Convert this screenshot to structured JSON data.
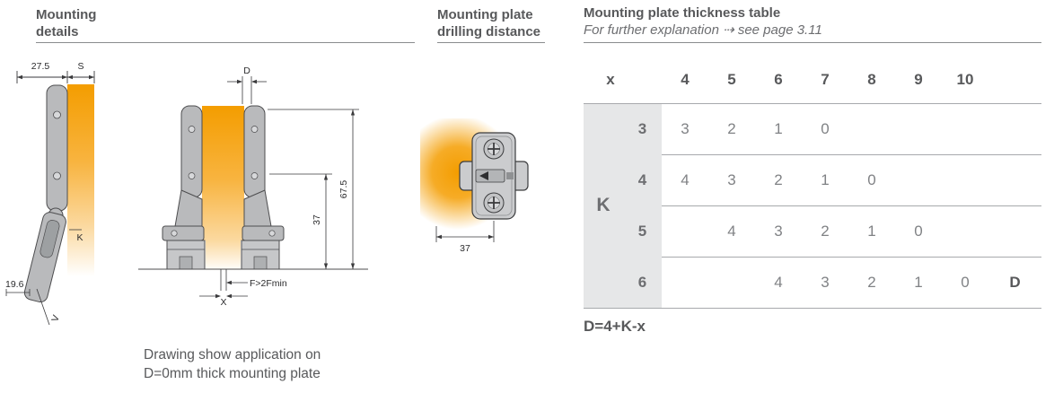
{
  "headers": {
    "mounting_details": {
      "line1": "Mounting",
      "line2": "details"
    },
    "drilling_distance": {
      "line1": "Mounting plate",
      "line2": "drilling distance"
    },
    "thickness": {
      "title": "Mounting plate thickness table",
      "subtitle": "For further explanation ⇢ see page 3.11"
    }
  },
  "left_drawing": {
    "dim_width": "27.5",
    "dim_s": "S",
    "dim_height": "19.6",
    "dim_v": "V",
    "dim_k": "K"
  },
  "middle_drawing": {
    "dim_d": "D",
    "dim_67": "67.5",
    "dim_37": "37",
    "dim_f": "F>2Fmin",
    "dim_x": "X"
  },
  "plate_drawing": {
    "dim_37": "37"
  },
  "table": {
    "corner": "x",
    "columns": [
      "4",
      "5",
      "6",
      "7",
      "8",
      "9",
      "10"
    ],
    "group_label": "K",
    "rows": [
      {
        "label": "3",
        "values": [
          "3",
          "2",
          "1",
          "0",
          "",
          "",
          ""
        ],
        "extra": ""
      },
      {
        "label": "4",
        "values": [
          "4",
          "3",
          "2",
          "1",
          "0",
          "",
          ""
        ],
        "extra": ""
      },
      {
        "label": "5",
        "values": [
          "",
          "4",
          "3",
          "2",
          "1",
          "0",
          ""
        ],
        "extra": ""
      },
      {
        "label": "6",
        "values": [
          "",
          "",
          "4",
          "3",
          "2",
          "1",
          "0"
        ],
        "extra": "D"
      }
    ],
    "formula": "D=4+K-x"
  },
  "caption": {
    "line1": "Drawing show application on",
    "line2": "D=0mm thick mounting plate"
  },
  "colors": {
    "accent_orange": "#F49D00",
    "text_dark": "#58595b",
    "text_gray": "#808285",
    "band_gray": "#e6e7e8"
  }
}
